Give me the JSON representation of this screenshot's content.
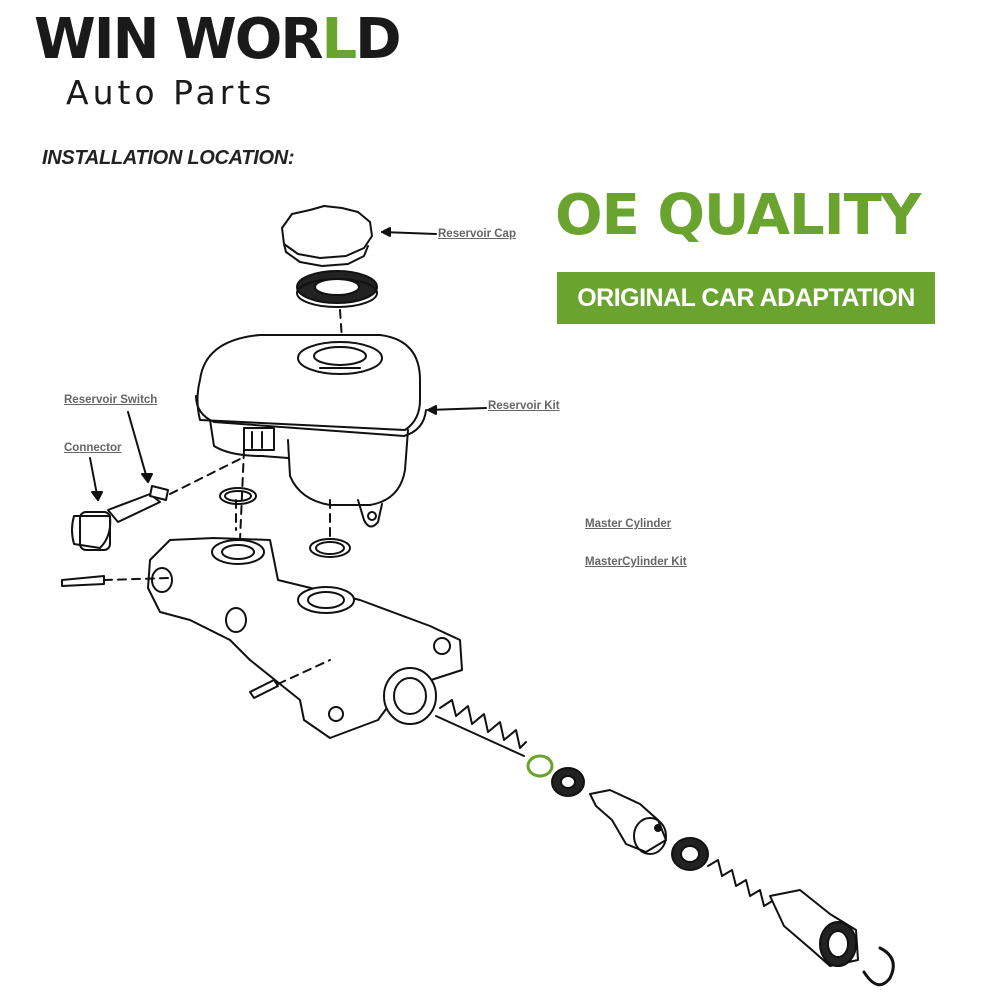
{
  "brand": {
    "name_part1": "WIN WOR",
    "name_accent": "L",
    "name_part2": "D",
    "tagline": "Auto Parts",
    "accent_color": "#6aa42f"
  },
  "section_title": "INSTALLATION LOCATION:",
  "promo": {
    "headline": "OE QUALITY",
    "banner": "ORIGINAL CAR ADAPTATION"
  },
  "labels": {
    "reservoir_cap": "Reservoir Cap",
    "reservoir_switch": "Reservoir Switch",
    "connector": "Connector",
    "reservoir_kit": "Reservoir Kit",
    "master_cylinder": "Master Cylinder",
    "master_cylinder_kit": "MasterCylinder Kit"
  }
}
